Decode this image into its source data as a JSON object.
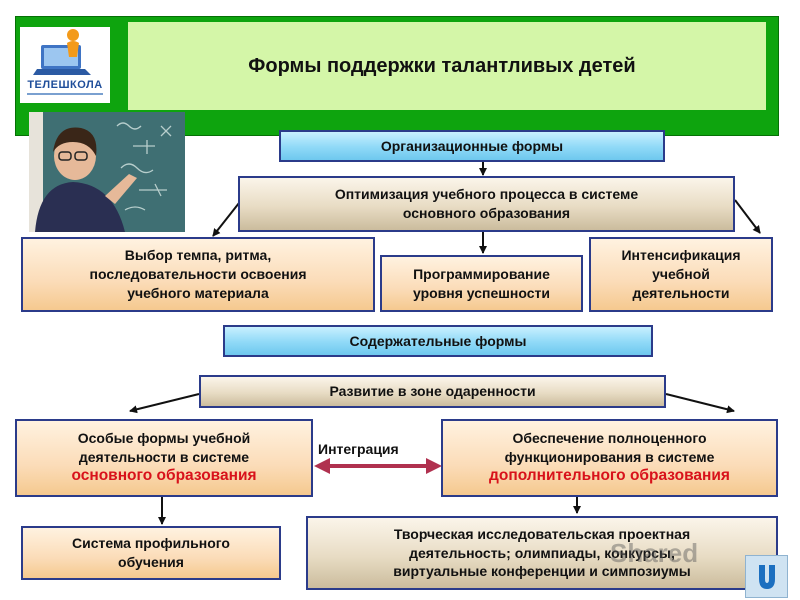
{
  "header": {
    "title": "Формы поддержки талантливых детей",
    "logo_text": "ТЕЛЕШКОЛА"
  },
  "organizational": {
    "heading": "Организационные формы",
    "optimization": {
      "line1": "Оптимизация учебного процесса в системе",
      "line2": "основного образования"
    },
    "left": {
      "line1": "Выбор темпа, ритма,",
      "line2": "последовательности освоения",
      "line3": "учебного материала"
    },
    "middle": {
      "line1": "Программирование",
      "line2": "уровня успешности"
    },
    "right": {
      "line1": "Интенсификация",
      "line2": "учебной",
      "line3": "деятельности"
    }
  },
  "content": {
    "heading": "Содержательные формы",
    "development": "Развитие в зоне одаренности",
    "left": {
      "line1": "Особые формы учебной",
      "line2": "деятельности в системе",
      "line3": "основного образования"
    },
    "right": {
      "line1": "Обеспечение полноценного",
      "line2": "функционирования в системе",
      "line3": "дополнительного образования"
    },
    "integration_label": "Интеграция",
    "profile": {
      "line1": "Система профильного",
      "line2": "обучения"
    },
    "creative": {
      "line1": "Творческая исследовательская проектная",
      "line2": "деятельность; олимпиады, конкурсы,",
      "line3": "виртуальные конференции и симпозиумы"
    }
  },
  "watermark": "Shared",
  "colors": {
    "header_band": "#0ea40e",
    "title_panel": "#d4f6a8",
    "cyan_box": "#8fd9f7",
    "tan_box": "#e8dcc4",
    "peach_box": "#fbdcb8",
    "border": "#2b3b8a",
    "accent_red": "#d8121b",
    "integration_arrow": "#b0314f"
  },
  "icons": {
    "logo": "teleschool-logo-icon",
    "nav": "return-u-icon"
  }
}
